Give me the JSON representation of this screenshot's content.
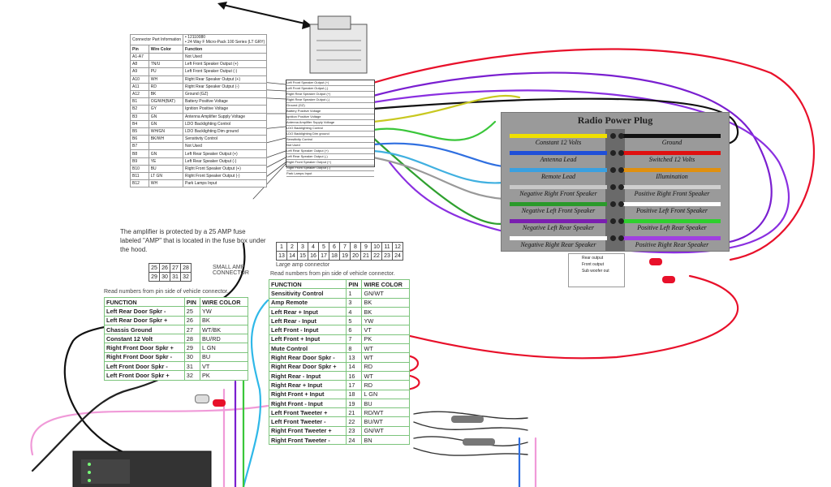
{
  "connector_table": {
    "info_header": "Connector Part Information",
    "info_values": [
      "• 12110080",
      "• 24 Way F Micro-Pack 100 Series (LT GRY)"
    ],
    "columns": [
      "Pin",
      "Wire Color",
      "Function"
    ],
    "rows": [
      [
        "A1-A7",
        "",
        "Not Used"
      ],
      [
        "A8",
        "TN/U",
        "Left Front Speaker Output (+)"
      ],
      [
        "A9",
        "PU",
        "Left Front Speaker Output (-)"
      ],
      [
        "A10",
        "WH",
        "Right Rear Speaker Output (+)"
      ],
      [
        "A11",
        "RD",
        "Right Rear Speaker Output (-)"
      ],
      [
        "A12",
        "BK",
        "Ground (GZ)"
      ],
      [
        "B1",
        "OG/WH(BAT)",
        "Battery Positive Voltage"
      ],
      [
        "B2",
        "GY",
        "Ignition Positive Voltage"
      ],
      [
        "B3",
        "GN",
        "Antenna Amplifier Supply Voltage"
      ],
      [
        "B4",
        "GN",
        "LDO Backlighting Control"
      ],
      [
        "B5",
        "WH/GN",
        "LDO Backlighting Dim ground"
      ],
      [
        "B6",
        "BK/WH",
        "Sensitivity Control"
      ],
      [
        "B7",
        "",
        "Not Used"
      ],
      [
        "B8",
        "GN",
        "Left Rear Speaker Output (+)"
      ],
      [
        "B9",
        "YE",
        "Left Rear Speaker Output (-)"
      ],
      [
        "B10",
        "BU",
        "Right Front Speaker Output (+)"
      ],
      [
        "B11",
        "LT GN",
        "Right Front Speaker Output (-)"
      ],
      [
        "B12",
        "WH",
        "Park Lamps Input"
      ]
    ]
  },
  "amp_note": "The amplifier is protected by a 25 AMP fuse labeled \"AMP\" that is located in the fuse box under the hood.",
  "small_connector": {
    "pins": [
      [
        "25",
        "26",
        "27",
        "28"
      ],
      [
        "29",
        "30",
        "31",
        "32"
      ]
    ],
    "caption": "SMALL AMP CONNECTOR"
  },
  "large_connector": {
    "pins": [
      [
        "1",
        "2",
        "3",
        "4",
        "5",
        "6",
        "7",
        "8",
        "9",
        "10",
        "11",
        "12"
      ],
      [
        "13",
        "14",
        "15",
        "16",
        "17",
        "18",
        "19",
        "20",
        "21",
        "22",
        "23",
        "24"
      ]
    ],
    "caption": "Large amp connector"
  },
  "small_table": {
    "note": "Read numbers from pin side of vehicle connector.",
    "columns": [
      "FUNCTION",
      "PIN",
      "WIRE COLOR"
    ],
    "rows": [
      [
        "Left Rear Door Spkr -",
        "25",
        "YW"
      ],
      [
        "Left Rear Door Spkr +",
        "26",
        "BK"
      ],
      [
        "Chassis Ground",
        "27",
        "WT/BK"
      ],
      [
        "Constant 12 Volt",
        "28",
        "BU/RD"
      ],
      [
        "Right Front Door Spkr +",
        "29",
        "L GN"
      ],
      [
        "Right Front Door Spkr -",
        "30",
        "BU"
      ],
      [
        "Left Front Door Spkr -",
        "31",
        "VT"
      ],
      [
        "Left Front Door Spkr +",
        "32",
        "PK"
      ]
    ]
  },
  "large_table": {
    "note": "Read numbers from pin side of vehicle connector.",
    "columns": [
      "FUNCTION",
      "PIN",
      "WIRE COLOR"
    ],
    "rows": [
      [
        "Sensitivity Control",
        "1",
        "GN/WT"
      ],
      [
        "Amp Remote",
        "3",
        "BK"
      ],
      [
        "Left Rear + Input",
        "4",
        "BK"
      ],
      [
        "Left Rear - Input",
        "5",
        "YW"
      ],
      [
        "Left Front - Input",
        "6",
        "VT"
      ],
      [
        "Left Front + Input",
        "7",
        "PK"
      ],
      [
        "Mute Control",
        "8",
        "WT"
      ],
      [
        "Right Rear Door Spkr -",
        "13",
        "WT"
      ],
      [
        "Right Rear Door Spkr +",
        "14",
        "RD"
      ],
      [
        "Right Rear - Input",
        "16",
        "WT"
      ],
      [
        "Right Rear + Input",
        "17",
        "RD"
      ],
      [
        "Right Front + Input",
        "18",
        "L GN"
      ],
      [
        "Right Front - Input",
        "19",
        "BU"
      ],
      [
        "Left Front Tweeter +",
        "21",
        "RD/WT"
      ],
      [
        "Left Front Tweeter -",
        "22",
        "BU/WT"
      ],
      [
        "Right Front Tweeter +",
        "23",
        "GN/WT"
      ],
      [
        "Right Front Tweeter -",
        "24",
        "BN"
      ]
    ]
  },
  "radio_plug": {
    "title": "Radio Power Plug",
    "left_labels": [
      "Constant 12 Volts",
      "Antenna Lead",
      "Remote Lead",
      "Negative Right Front Speaker",
      "Negative Left Front Speaker",
      "Negative Left Rear Speaker",
      "Negative Right Rear Speaker"
    ],
    "right_labels": [
      "Ground",
      "Switched 12 Volts",
      "Illumination",
      "Positive Right Front Speaker",
      "Positive Left Front Speaker",
      "Positive Left Rear Speaker",
      "Positive Right Rear Speaker"
    ],
    "left_colors": [
      "#f0e000",
      "#1f4fd8",
      "#3aa0e0",
      "#c8c8c8",
      "#2a9a2a",
      "#7a1fb0",
      "#ffffff"
    ],
    "right_colors": [
      "#111111",
      "#e01010",
      "#e09010",
      "#d0d0d0",
      "#ffffff",
      "#2fcf2f",
      "#a040e0"
    ]
  },
  "rca_box": {
    "labels": [
      "Rear output",
      "Front output",
      "Sub woofer out"
    ]
  },
  "colors": {
    "red": "#e8102a",
    "purple": "#7a1fd0",
    "green": "#3ac63a",
    "black": "#111111",
    "pink": "#f09ad8",
    "cyan": "#2fb8e8"
  }
}
